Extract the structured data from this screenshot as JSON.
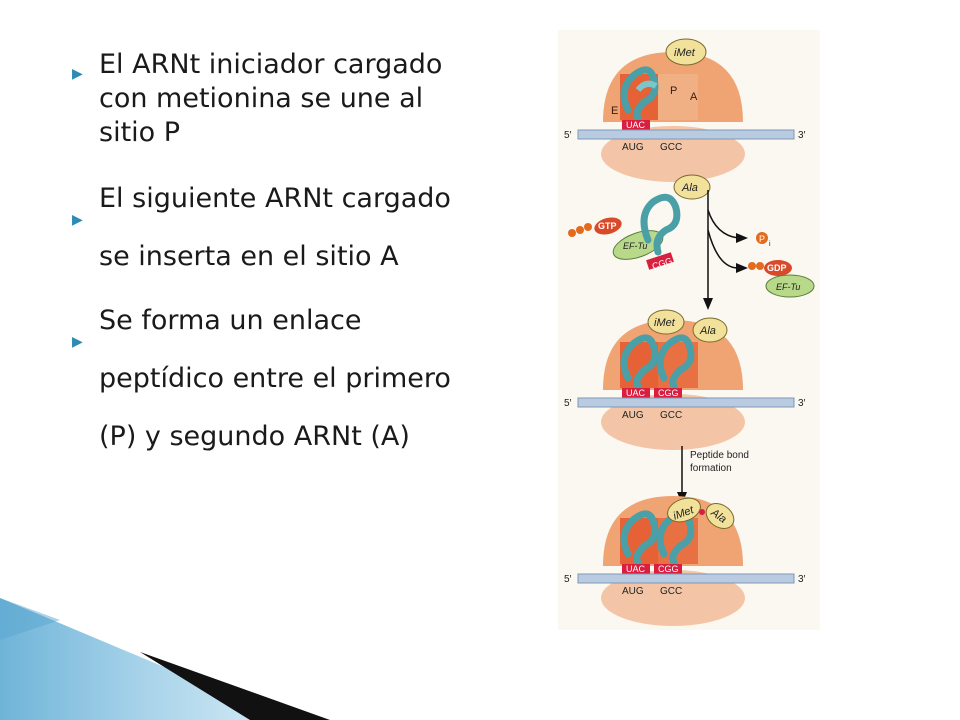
{
  "bullets": [
    "El ARNt iniciador cargado con metionina se une al sitio P",
    "El siguiente ARNt cargado se inserta en el sitio A",
    "Se forma un enlace peptídico entre el primero (P) y segundo ARNt (A)"
  ],
  "figure": {
    "labels": {
      "imet": "iMet",
      "ala": "Ala",
      "p_site": "P",
      "a_site": "A",
      "e_site": "E",
      "uac": "UAC",
      "cgg": "CGG",
      "aug": "AUG",
      "gcc": "GCC",
      "five_prime": "5′",
      "three_prime": "3′",
      "gtp": "GTP",
      "gdp": "GDP",
      "ef_tu": "EF-Tu",
      "pi": "P",
      "pi_sub": "i",
      "peptide_bond_formation": "Peptide bond formation",
      "peptide_line1": "Peptide bond",
      "peptide_line2": "formation"
    }
  },
  "colors": {
    "bullet_arrow": "#2e8bb8",
    "ribosome_small": "#f3c5a6",
    "ribosome_large": "#f0a474",
    "site_fill": "#e4562a",
    "trna": "#7cc6c8",
    "anticodon": "#d81f3f",
    "mrna": "#b9cbe1",
    "amino_acid": "#f2e19a",
    "gtp": "#d84a2a",
    "ef_tu": "#b8d98a",
    "deco_blue": "#8ec4e0"
  }
}
